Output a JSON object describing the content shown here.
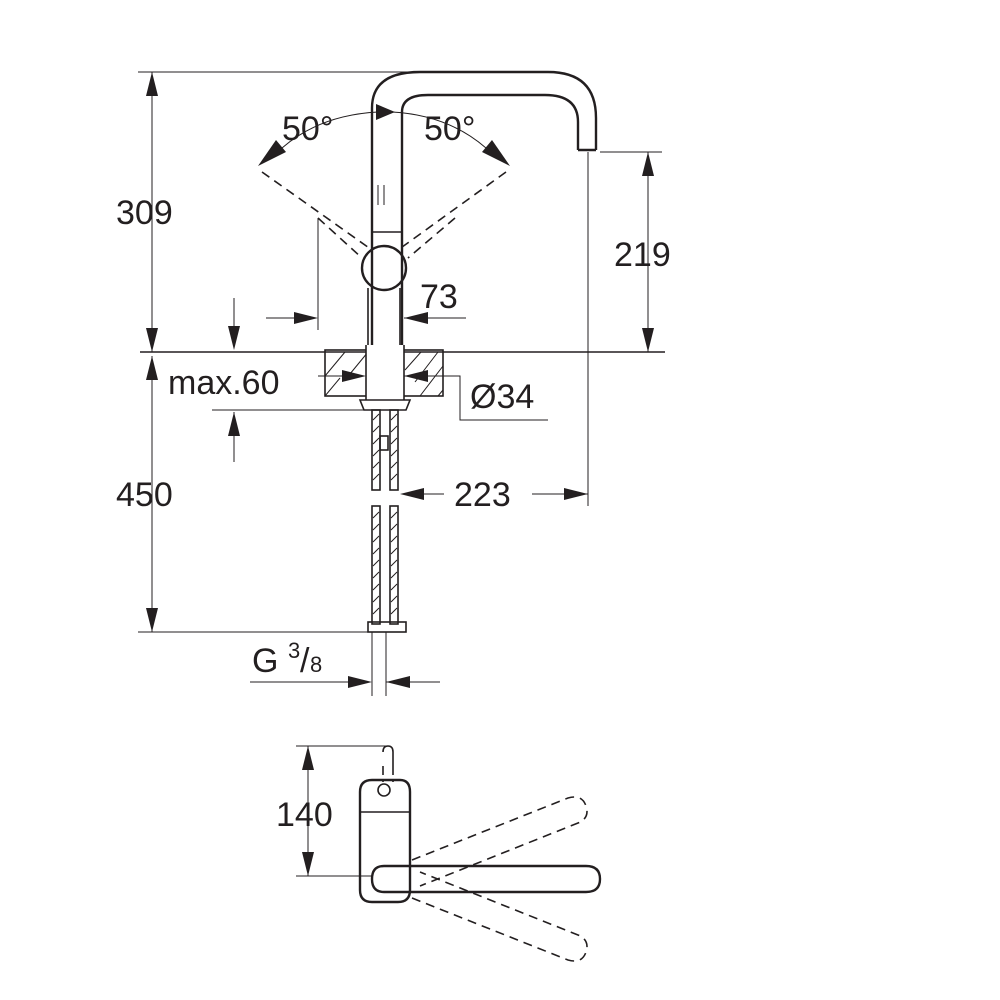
{
  "diagram": {
    "colors": {
      "line": "#231f20",
      "background": "#ffffff"
    },
    "dimensions": {
      "height_total": "309",
      "spout_height": "219",
      "angle_left": "50°",
      "angle_right": "50°",
      "handle_offset": "73",
      "max_thickness": "max.60",
      "hole_diameter": "Ø34",
      "spout_reach": "223",
      "hose_length": "450",
      "connection_prefix": "G",
      "connection_num": "3",
      "connection_den": "8",
      "plan_depth": "140"
    }
  }
}
